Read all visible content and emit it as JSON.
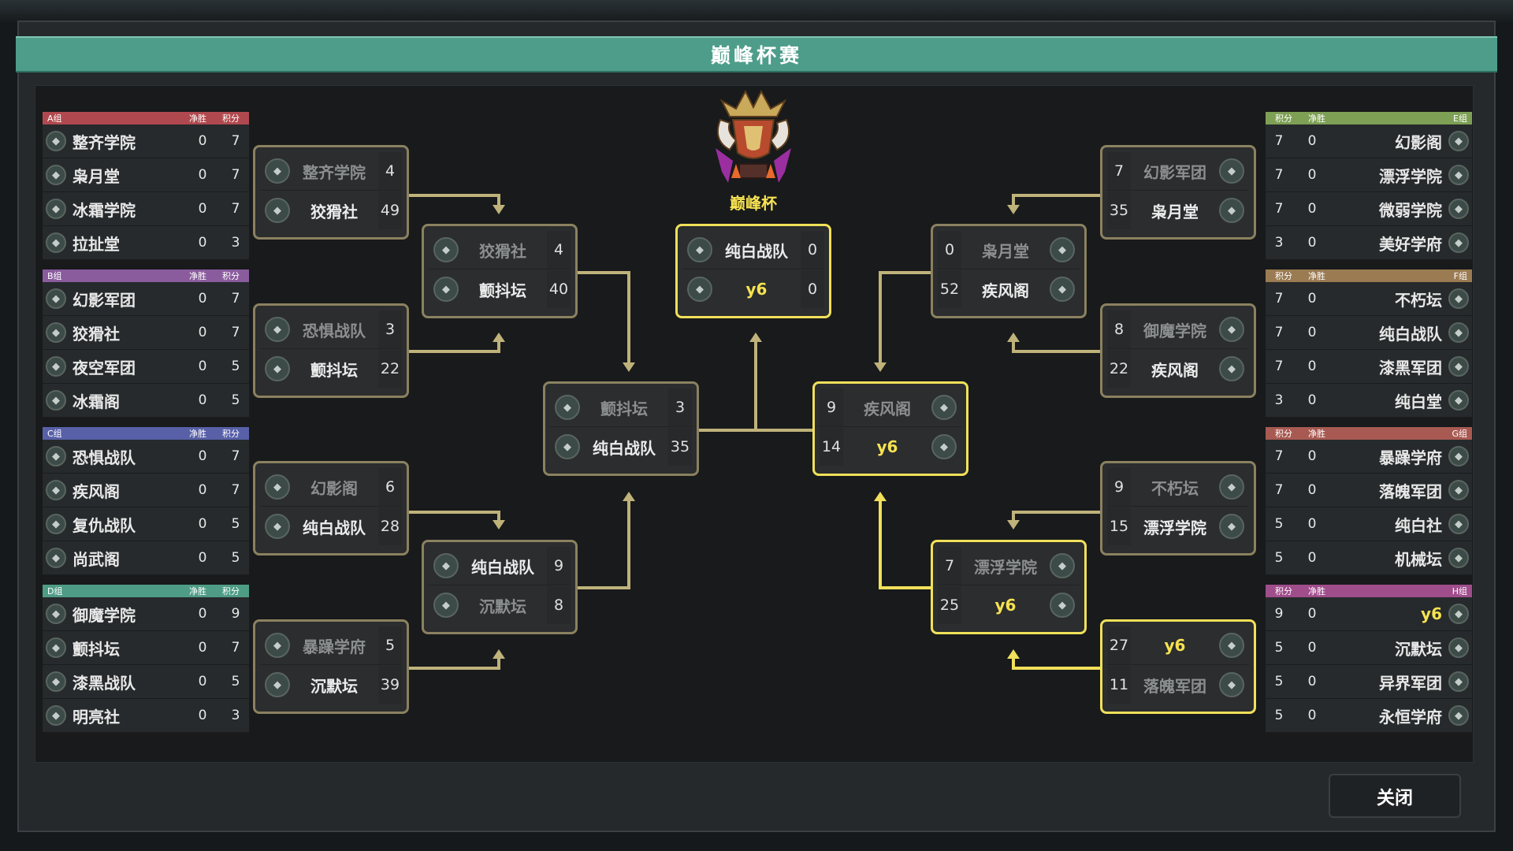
{
  "title": "巅峰杯赛",
  "cup_name": "巅峰杯",
  "close_label": "关闭",
  "header_labels": {
    "net": "净胜",
    "points": "积分"
  },
  "left_groups": [
    {
      "name": "A组",
      "color": "#b0494f",
      "teams": [
        {
          "name": "整齐学院",
          "net": "0",
          "points": "7"
        },
        {
          "name": "枭月堂",
          "net": "0",
          "points": "7"
        },
        {
          "name": "冰霜学院",
          "net": "0",
          "points": "7"
        },
        {
          "name": "拉扯堂",
          "net": "0",
          "points": "3"
        }
      ]
    },
    {
      "name": "B组",
      "color": "#8a5c9e",
      "teams": [
        {
          "name": "幻影军团",
          "net": "0",
          "points": "7"
        },
        {
          "name": "狡猾社",
          "net": "0",
          "points": "7"
        },
        {
          "name": "夜空军团",
          "net": "0",
          "points": "5"
        },
        {
          "name": "冰霜阁",
          "net": "0",
          "points": "5"
        }
      ]
    },
    {
      "name": "C组",
      "color": "#5860a8",
      "teams": [
        {
          "name": "恐惧战队",
          "net": "0",
          "points": "7"
        },
        {
          "name": "疾风阁",
          "net": "0",
          "points": "7"
        },
        {
          "name": "复仇战队",
          "net": "0",
          "points": "5"
        },
        {
          "name": "尚武阁",
          "net": "0",
          "points": "5"
        }
      ]
    },
    {
      "name": "D组",
      "color": "#4f9c86",
      "teams": [
        {
          "name": "御魔学院",
          "net": "0",
          "points": "9"
        },
        {
          "name": "颤抖坛",
          "net": "0",
          "points": "7"
        },
        {
          "name": "漆黑战队",
          "net": "0",
          "points": "5"
        },
        {
          "name": "明亮社",
          "net": "0",
          "points": "3"
        }
      ]
    }
  ],
  "right_groups": [
    {
      "name": "E组",
      "color": "#7ea055",
      "teams": [
        {
          "name": "幻影阁",
          "net": "0",
          "points": "7"
        },
        {
          "name": "漂浮学院",
          "net": "0",
          "points": "7"
        },
        {
          "name": "微弱学院",
          "net": "0",
          "points": "7"
        },
        {
          "name": "美好学府",
          "net": "0",
          "points": "3"
        }
      ]
    },
    {
      "name": "F组",
      "color": "#9a7b52",
      "teams": [
        {
          "name": "不朽坛",
          "net": "0",
          "points": "7"
        },
        {
          "name": "纯白战队",
          "net": "0",
          "points": "7"
        },
        {
          "name": "漆黑军团",
          "net": "0",
          "points": "7"
        },
        {
          "name": "纯白堂",
          "net": "0",
          "points": "3"
        }
      ]
    },
    {
      "name": "G组",
      "color": "#a85a52",
      "teams": [
        {
          "name": "暴躁学府",
          "net": "0",
          "points": "7"
        },
        {
          "name": "落魄军团",
          "net": "0",
          "points": "7"
        },
        {
          "name": "纯白社",
          "net": "0",
          "points": "5"
        },
        {
          "name": "机械坛",
          "net": "0",
          "points": "5"
        }
      ]
    },
    {
      "name": "H组",
      "color": "#a04d8c",
      "teams": [
        {
          "name": "y6",
          "net": "0",
          "points": "9"
        },
        {
          "name": "沉默坛",
          "net": "0",
          "points": "5"
        },
        {
          "name": "异界军团",
          "net": "0",
          "points": "5"
        },
        {
          "name": "永恒学府",
          "net": "0",
          "points": "5"
        }
      ]
    }
  ],
  "matches": [
    {
      "id": "L-R16-1",
      "t1": "整齐学院",
      "s1": "4",
      "t2": "狡猾社",
      "s2": "49",
      "w": 2
    },
    {
      "id": "L-R16-2",
      "t1": "恐惧战队",
      "s1": "3",
      "t2": "颤抖坛",
      "s2": "22",
      "w": 2
    },
    {
      "id": "L-R16-3",
      "t1": "幻影阁",
      "s1": "6",
      "t2": "纯白战队",
      "s2": "28",
      "w": 2
    },
    {
      "id": "L-R16-4",
      "t1": "暴躁学府",
      "s1": "5",
      "t2": "沉默坛",
      "s2": "39",
      "w": 2
    },
    {
      "id": "L-QF-1",
      "t1": "狡猾社",
      "s1": "4",
      "t2": "颤抖坛",
      "s2": "40",
      "w": 2
    },
    {
      "id": "L-QF-2",
      "t1": "纯白战队",
      "s1": "9",
      "t2": "沉默坛",
      "s2": "8",
      "w": 1
    },
    {
      "id": "L-SF",
      "t1": "颤抖坛",
      "s1": "3",
      "t2": "纯白战队",
      "s2": "35",
      "w": 2
    },
    {
      "id": "FINAL",
      "t1": "纯白战队",
      "s1": "0",
      "t2": "y6",
      "s2": "0",
      "w": 0
    },
    {
      "id": "R-SF",
      "t1": "疾风阁",
      "s1": "9",
      "t2": "y6",
      "s2": "14",
      "w": 2
    },
    {
      "id": "R-QF-1",
      "t1": "枭月堂",
      "s1": "0",
      "t2": "疾风阁",
      "s2": "52",
      "w": 2
    },
    {
      "id": "R-QF-2",
      "t1": "漂浮学院",
      "s1": "7",
      "t2": "y6",
      "s2": "25",
      "w": 2
    },
    {
      "id": "R-R16-1",
      "t1": "幻影军团",
      "s1": "7",
      "t2": "枭月堂",
      "s2": "35",
      "w": 2
    },
    {
      "id": "R-R16-2",
      "t1": "御魔学院",
      "s1": "8",
      "t2": "疾风阁",
      "s2": "22",
      "w": 2
    },
    {
      "id": "R-R16-3",
      "t1": "不朽坛",
      "s1": "9",
      "t2": "漂浮学院",
      "s2": "15",
      "w": 2
    },
    {
      "id": "R-R16-4",
      "t1": "y6",
      "s1": "27",
      "t2": "落魄军团",
      "s2": "11",
      "w": 1
    }
  ]
}
